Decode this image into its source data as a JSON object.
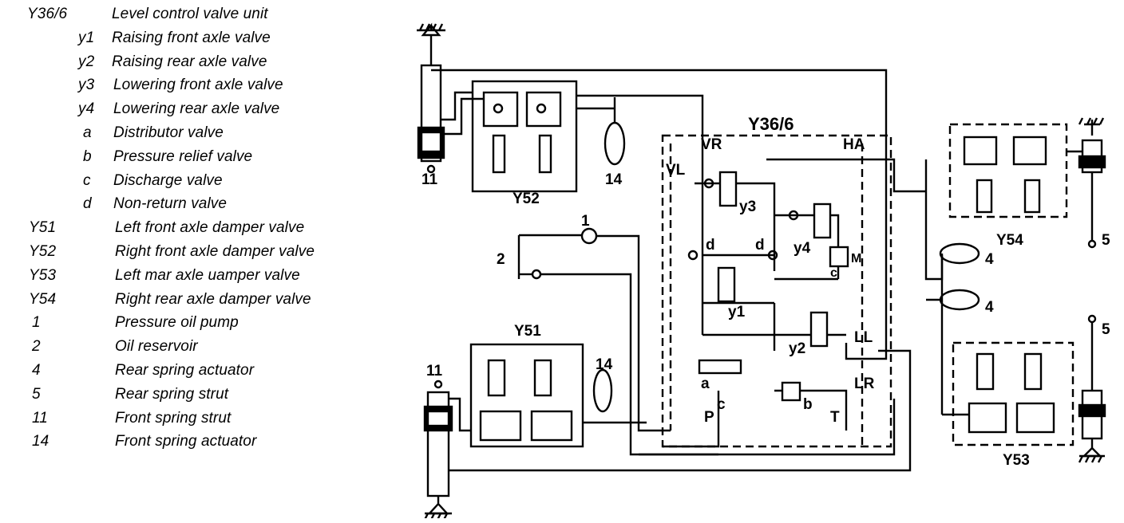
{
  "legend": [
    {
      "code": "Y36/6",
      "desc": "Level control valve unit"
    },
    {
      "code": "y1",
      "desc": "Raising front axle valve"
    },
    {
      "code": "y2",
      "desc": "Raising rear axle valve"
    },
    {
      "code": "y3",
      "desc": "Lowering front axle valve"
    },
    {
      "code": "y4",
      "desc": "Lowering rear axle valve"
    },
    {
      "code": "a",
      "desc": "Distributor valve"
    },
    {
      "code": "b",
      "desc": "Pressure relief valve"
    },
    {
      "code": "c",
      "desc": "Discharge valve"
    },
    {
      "code": "d",
      "desc": "Non-return valve"
    },
    {
      "code": "Y51",
      "desc": "Left front axle damper valve"
    },
    {
      "code": "Y52",
      "desc": "Right front axle damper valve"
    },
    {
      "code": "Y53",
      "desc": "Left mar axle uamper valve"
    },
    {
      "code": "Y54",
      "desc": "Right rear axle damper valve"
    },
    {
      "code": "1",
      "desc": "Pressure oil pump"
    },
    {
      "code": "2",
      "desc": "Oil reservoir"
    },
    {
      "code": "4",
      "desc": "Rear spring actuator"
    },
    {
      "code": "5",
      "desc": "Rear spring strut"
    },
    {
      "code": "11",
      "desc": "Front spring strut"
    },
    {
      "code": "14",
      "desc": "Front spring actuator"
    }
  ],
  "diagram": {
    "unit_title": "Y36/6",
    "labels": {
      "vr": "VR",
      "ha": "HA",
      "vl": "VL",
      "ll": "LL",
      "lr": "LR",
      "y1": "y1",
      "y2": "y2",
      "y3": "y3",
      "y4": "y4",
      "d_left": "d",
      "d_right": "d",
      "a": "a",
      "b": "b",
      "c": "c",
      "p": "P",
      "t": "T",
      "m": "M",
      "e": "c",
      "y52": "Y52",
      "y51": "Y51",
      "y53": "Y53",
      "y54": "Y54",
      "n1": "1",
      "n2": "2",
      "n4a": "4",
      "n4b": "4",
      "n5a": "5",
      "n5b": "5",
      "n11a": "11",
      "n11b": "11",
      "n14a": "14",
      "n14b": "14"
    }
  }
}
